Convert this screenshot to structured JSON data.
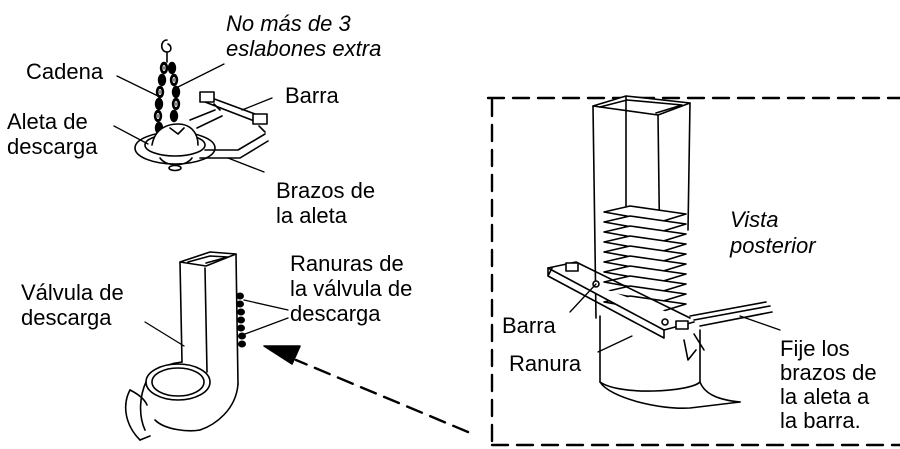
{
  "labels": {
    "note_line1": "No más de 3",
    "note_line2": "eslabones extra",
    "cadena": "Cadena",
    "barra_top": "Barra",
    "aleta_line1": "Aleta de",
    "aleta_line2": "descarga",
    "brazos_line1": "Brazos de",
    "brazos_line2": "la aleta",
    "ranuras_line1": "Ranuras de",
    "ranuras_line2": "la válvula de",
    "ranuras_line3": "descarga",
    "valvula_line1": "Válvula de",
    "valvula_line2": "descarga",
    "vista_line1": "Vista",
    "vista_line2": "posterior",
    "barra_inset": "Barra",
    "ranura": "Ranura",
    "fije_line1": "Fije los",
    "fije_line2": "brazos de",
    "fije_line3": "la aleta a",
    "fije_line4": "la barra."
  }
}
